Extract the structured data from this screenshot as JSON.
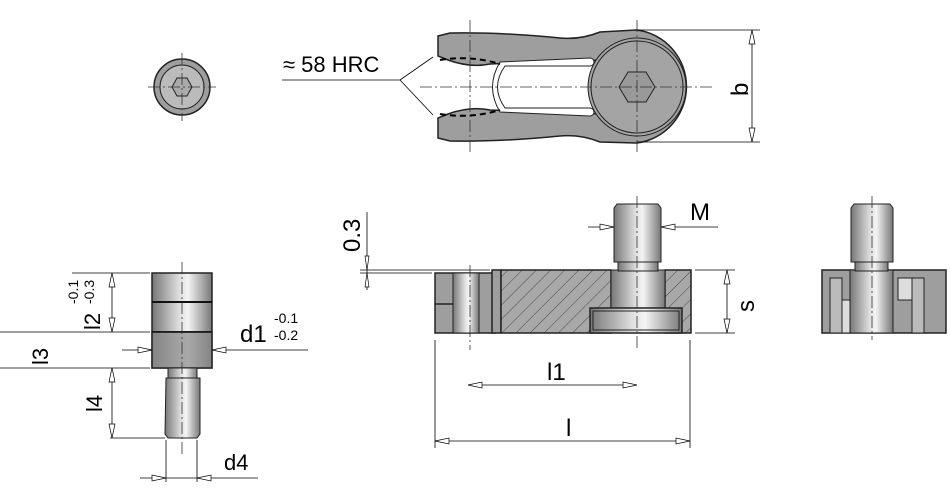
{
  "labels": {
    "hardness": "≈ 58 HRC",
    "b": "b",
    "M": "M",
    "s": "s",
    "thickness_offset": "0.3",
    "l": "l",
    "l1": "l1",
    "l2": "l2",
    "l2_tol_upper": "-0.1",
    "l2_tol_lower": "-0.3",
    "l3": "l3",
    "l4": "l4",
    "d1": "d1",
    "d1_tol_upper": "-0.1",
    "d1_tol_lower": "-0.2",
    "d4": "d4"
  },
  "colors": {
    "part": "#9e9e9e",
    "highlight": "#c4c4c4",
    "line": "#000000"
  }
}
